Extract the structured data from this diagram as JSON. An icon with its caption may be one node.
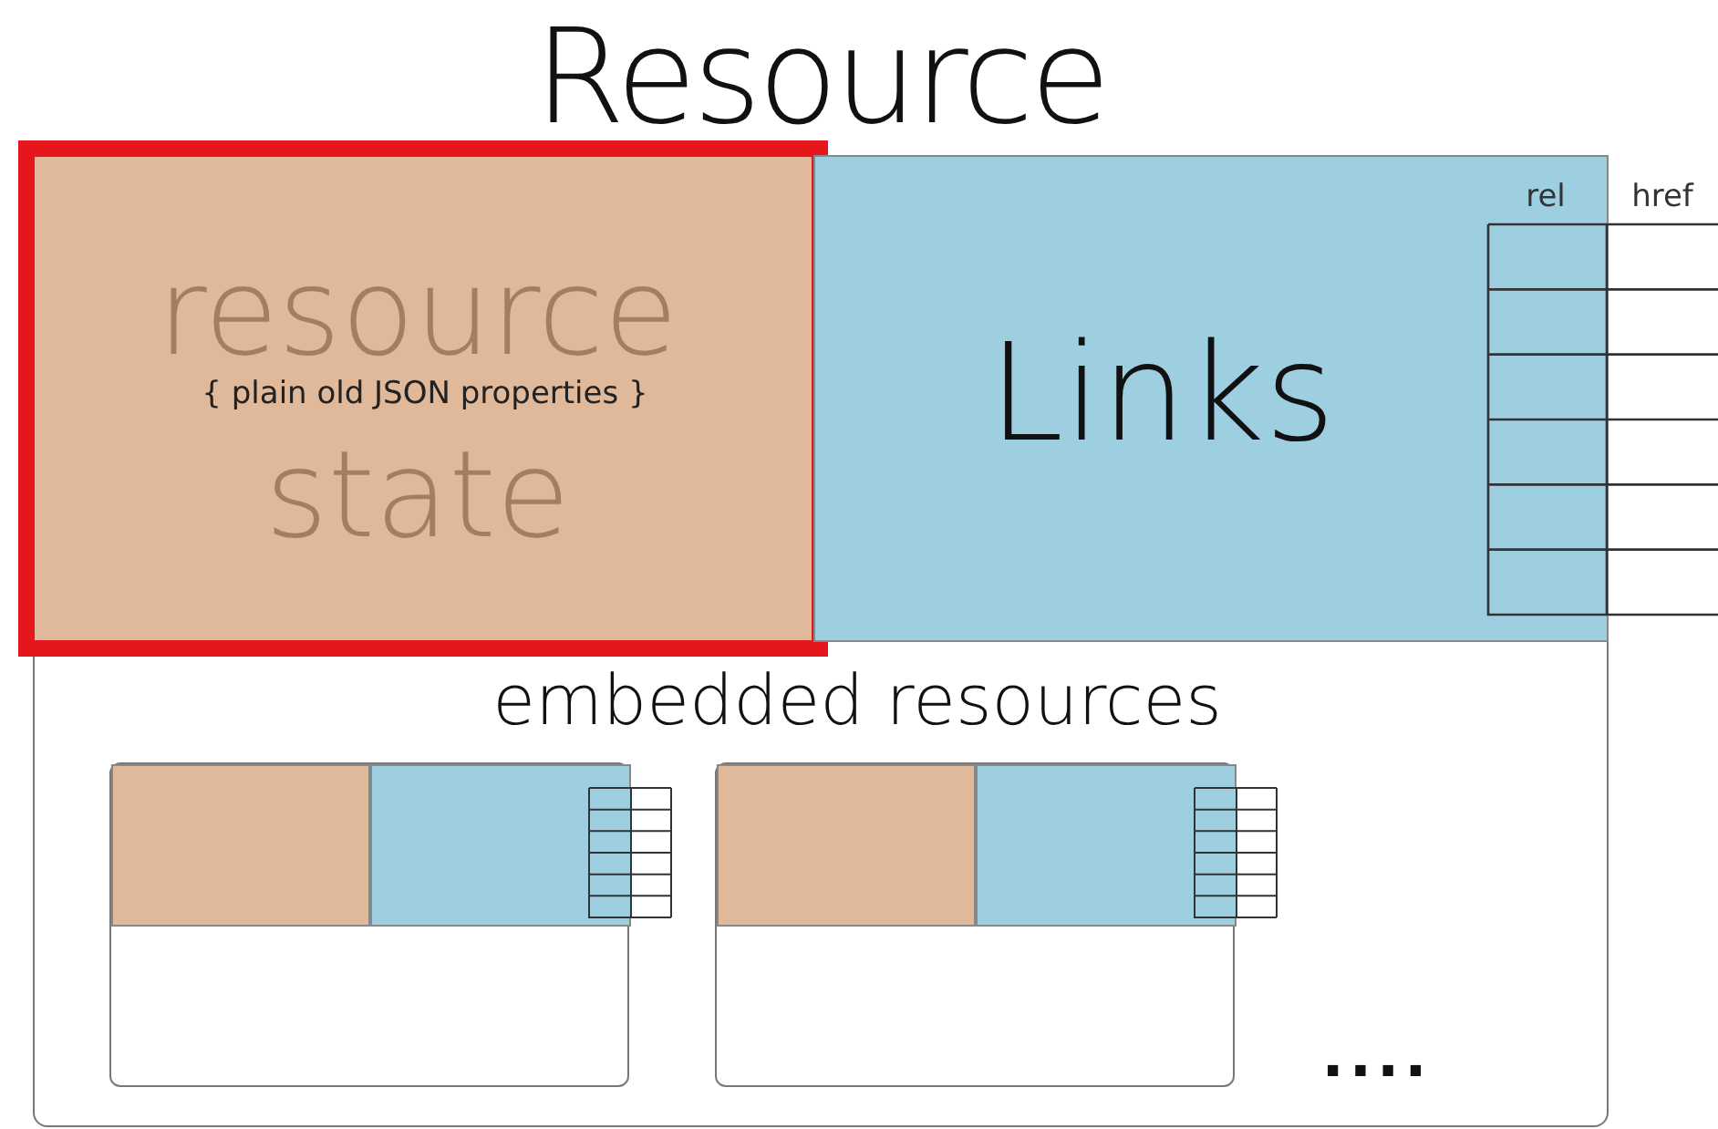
{
  "diagram": {
    "nodes": [
      {
        "text": [
          "Resource"
        ]
      },
      {
        "text": [
          "resource state",
          "{ plain old JSON properties }"
        ],
        "in": 0
      },
      {
        "text": [
          "Links"
        ],
        "in": 0
      },
      {
        "text": [],
        "shape": "box",
        "in": 0
      },
      {
        "text": [],
        "shape": "box",
        "in": 3
      },
      {
        "text": [],
        "shape": "box",
        "in": 3
      },
      {
        "text": [],
        "shape": "box",
        "in": 0
      },
      {
        "text": [],
        "shape": "box",
        "in": 6
      },
      {
        "text": [],
        "shape": "box",
        "in": 6
      }
    ],
    "edges": [],
    "labels": [
      "rel",
      "href",
      "embedded resources",
      "...."
    ]
  }
}
